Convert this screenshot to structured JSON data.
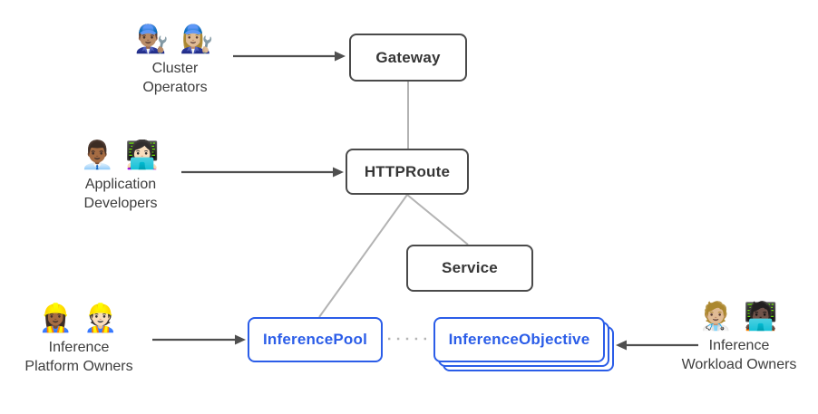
{
  "nodes": {
    "gateway": {
      "label": "Gateway"
    },
    "httproute": {
      "label": "HTTPRoute"
    },
    "service": {
      "label": "Service"
    },
    "inference_pool": {
      "label": "InferencePool"
    },
    "inference_objective": {
      "label": "InferenceObjective"
    }
  },
  "personas": [
    {
      "id": "cluster-operators",
      "icons": "👨🏽‍🔧 👩🏼‍🔧",
      "line1": "Cluster",
      "line2": "Operators"
    },
    {
      "id": "application-developers",
      "icons": "👨🏾‍💼 👩🏻‍💻",
      "line1": "Application",
      "line2": "Developers"
    },
    {
      "id": "inference-platform-owners",
      "icons": "👷🏾‍♀️ 👷🏻",
      "line1": "Inference",
      "line2": "Platform Owners"
    },
    {
      "id": "inference-workload-owners",
      "icons": "🧑🏼‍⚕️ 🧑🏿‍💻",
      "line1": "Inference",
      "line2": "Workload Owners"
    }
  ],
  "colors": {
    "resource_border": "#4a4a4a",
    "resource_text": "#363636",
    "extension_blue": "#2b5de8",
    "connector_gray": "#b3b3b3",
    "arrow_dark": "#4f4f4f",
    "persona_text": "#3d3d3d",
    "bg": "#ffffff"
  }
}
